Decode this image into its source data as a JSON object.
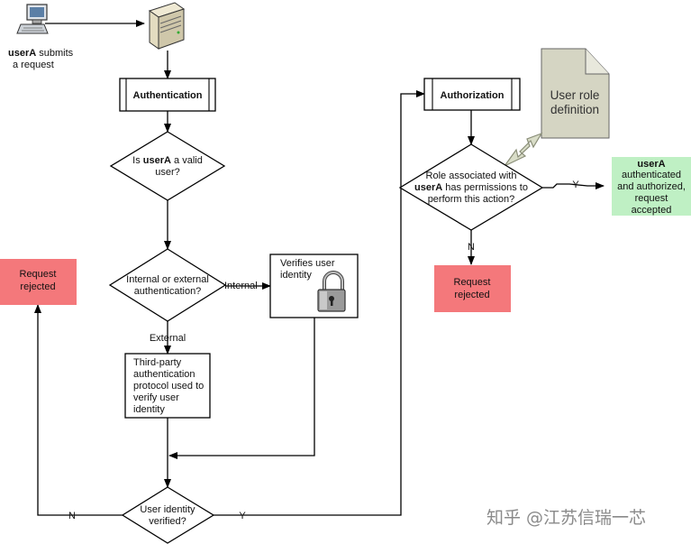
{
  "start": {
    "user": "userA",
    "action_line1": " submits",
    "action_line2": "a request"
  },
  "authentication_box": "Authentication",
  "authorization_box": "Authorization",
  "decision_valid_user": {
    "line1_pre": "Is ",
    "line1_bold": "userA",
    "line1_post": " a valid",
    "line2": "user?"
  },
  "decision_internal_external": {
    "line1": "Internal or external",
    "line2": "authentication?"
  },
  "label_internal": "Internal",
  "label_external": "External",
  "verifies_box": {
    "line1": "Verifies user",
    "line2": "identity"
  },
  "third_party_box": {
    "line1": "Third-party",
    "line2": "authentication",
    "line3": "protocol used to",
    "line4": "verify user",
    "line5": "identity"
  },
  "decision_identity_verified": {
    "line1": "User identity",
    "line2": "verified?"
  },
  "label_n_left": "N",
  "label_y_bottom": "Y",
  "rejected_left": {
    "line1": "Request",
    "line2": "rejected"
  },
  "role_definition_doc": {
    "line1": "User role",
    "line2": "definition"
  },
  "decision_permissions": {
    "line1": "Role associated with",
    "line2_bold": "userA",
    "line2_post": " has permissions to",
    "line3": "perform this action?"
  },
  "label_y_right": "Y",
  "label_n_right": "N",
  "accepted_box": {
    "line1": "userA",
    "line2": "authenticated",
    "line3": "and authorized,",
    "line4": "request",
    "line5": "accepted"
  },
  "rejected_right": {
    "line1": "Request",
    "line2": "rejected"
  },
  "watermark": "知乎 @江苏信瑞一芯",
  "colors": {
    "rejected_fill": "#f4787b",
    "accepted_fill": "#bff0c4",
    "document_fill": "#d5d5c3",
    "line": "#000000"
  }
}
